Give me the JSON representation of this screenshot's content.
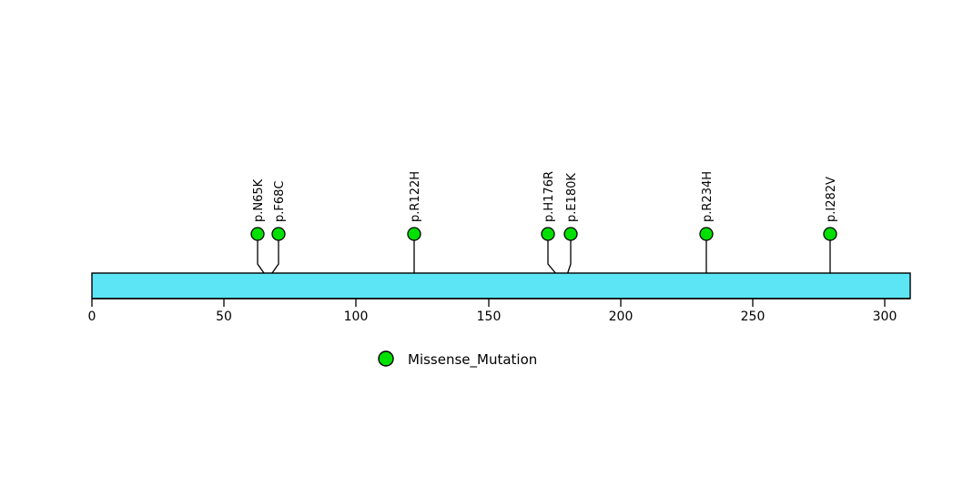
{
  "chart_data": {
    "type": "scatter",
    "title": "",
    "xlabel": "",
    "ylabel": "",
    "xlim": [
      0,
      310
    ],
    "grid": false,
    "protein_domain": {
      "name": "protein-backbone",
      "start": 0,
      "end": 310,
      "color": "#5CE6F5"
    },
    "axis": {
      "ticks": [
        0,
        50,
        100,
        150,
        200,
        250,
        300
      ],
      "tick_labels": [
        "0",
        "50",
        "100",
        "150",
        "200",
        "250",
        "300"
      ]
    },
    "mutations": [
      {
        "label": "p.N65K",
        "position": 65,
        "count": 1,
        "type": "Missense_Mutation",
        "color": "#00E000"
      },
      {
        "label": "p.F68C",
        "position": 68,
        "count": 1,
        "type": "Missense_Mutation",
        "color": "#00E000"
      },
      {
        "label": "p.R122H",
        "position": 122,
        "count": 1,
        "type": "Missense_Mutation",
        "color": "#00E000"
      },
      {
        "label": "p.H176R",
        "position": 176,
        "count": 1,
        "type": "Missense_Mutation",
        "color": "#00E000"
      },
      {
        "label": "p.E180K",
        "position": 180,
        "count": 1,
        "type": "Missense_Mutation",
        "color": "#00E000"
      },
      {
        "label": "p.R234H",
        "position": 234,
        "count": 1,
        "type": "Missense_Mutation",
        "color": "#00E000"
      },
      {
        "label": "p.I282V",
        "position": 282,
        "count": 1,
        "type": "Missense_Mutation",
        "color": "#00E000"
      }
    ],
    "legend": {
      "position": "bottom-center",
      "entries": [
        {
          "label": "Missense_Mutation",
          "color": "#00E000"
        }
      ]
    }
  },
  "colors": {
    "domain_fill": "#5CE6F5",
    "domain_stroke": "#000000",
    "mutation_fill": "#00E000",
    "mutation_stroke": "#000000",
    "stem": "#000000",
    "background": "#FFFFFF"
  }
}
